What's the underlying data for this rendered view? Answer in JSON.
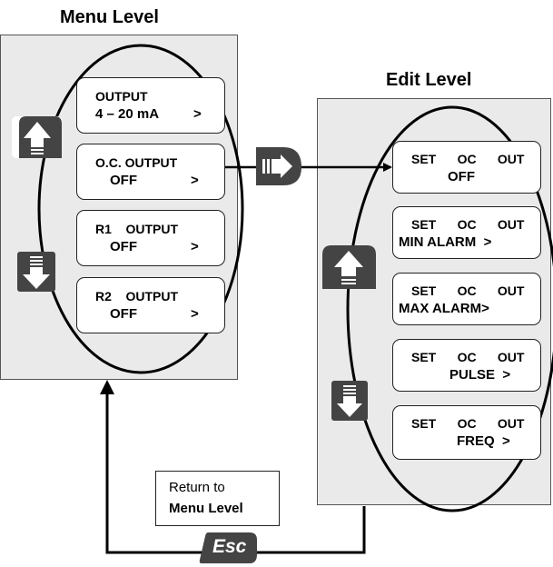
{
  "menu_level": {
    "title": "Menu Level",
    "items": [
      {
        "line1": "OUTPUT",
        "line2": "4 – 20 mA",
        "arrow": ">"
      },
      {
        "line1": "O.C. OUTPUT",
        "line2": "OFF",
        "arrow": ">"
      },
      {
        "line1": "R1    OUTPUT",
        "line2": "OFF",
        "arrow": ">"
      },
      {
        "line1": "R2    OUTPUT",
        "line2": "OFF",
        "arrow": ">"
      }
    ]
  },
  "edit_level": {
    "title": "Edit Level",
    "items": [
      {
        "line1": "SET      OC      OUT",
        "line2": "OFF"
      },
      {
        "line1": "SET      OC      OUT",
        "line2": "MIN ALARM  >"
      },
      {
        "line1": "SET      OC      OUT",
        "line2": "MAX ALARM>"
      },
      {
        "line1": "SET      OC      OUT",
        "line2": "PULSE  >"
      },
      {
        "line1": "SET      OC      OUT",
        "line2": "FREQ  >"
      }
    ]
  },
  "return_box": {
    "line1": "Return to",
    "line2": "Menu Level"
  },
  "esc_key": {
    "label": "Esc"
  },
  "icons": [
    "up-arrow-key-icon",
    "down-arrow-key-icon",
    "enter-key-icon",
    "esc-key-icon"
  ]
}
